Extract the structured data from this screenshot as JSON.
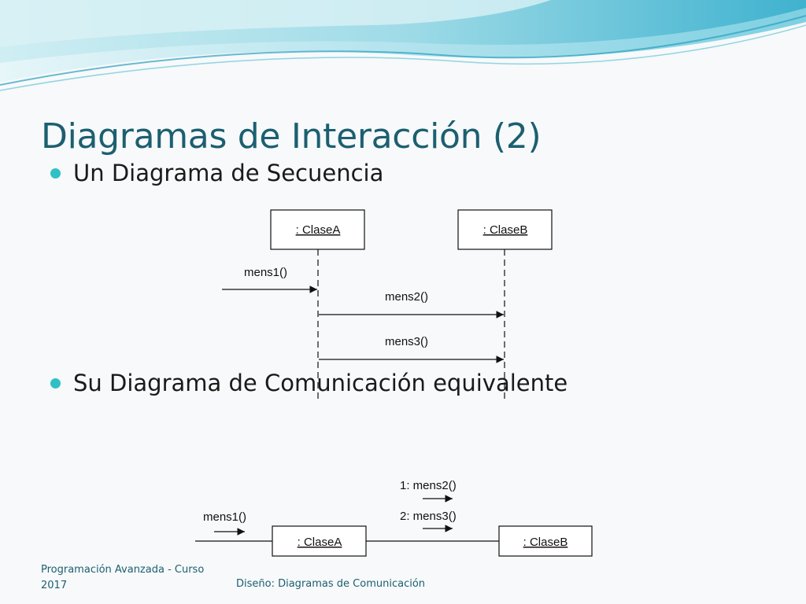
{
  "slide": {
    "title": "Diagramas de Interacción (2)",
    "bullets": [
      "Un Diagrama de Secuencia",
      "Su Diagrama de Comunicación equivalente"
    ],
    "footer": {
      "left_line1": "Programación Avanzada - Curso",
      "left_line2": "2017",
      "center": "Diseño: Diagramas de Comunicación"
    },
    "colors": {
      "title": "#1c5f70",
      "bullet": "#2fc0c6",
      "wave_light": "#bfe8ef",
      "wave_mid": "#79cfdf",
      "wave_dark": "#2a9fbf"
    }
  },
  "sequence_diagram": {
    "objects": [
      ": ClaseA",
      ": ClaseB"
    ],
    "messages": [
      "mens1()",
      "mens2()",
      "mens3()"
    ]
  },
  "communication_diagram": {
    "objects": [
      ": ClaseA",
      ": ClaseB"
    ],
    "incoming_message": "mens1()",
    "messages": [
      "1: mens2()",
      "2: mens3()"
    ]
  }
}
